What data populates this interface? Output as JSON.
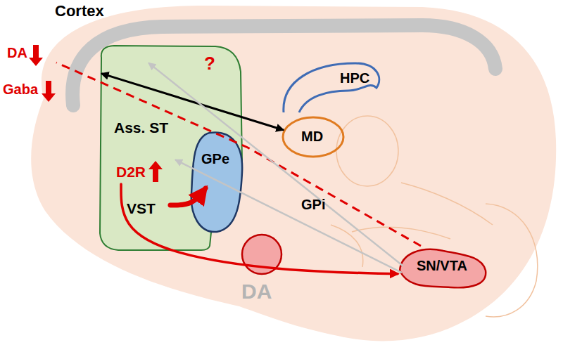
{
  "diagram": {
    "nodes": [
      {
        "text": [
          "Ass. ST",
          "D2R",
          "VST"
        ]
      },
      {
        "text": [
          "GPe"
        ],
        "in": 0
      },
      {
        "text": [
          "HPC"
        ]
      },
      {
        "text": [
          "MD"
        ]
      },
      {
        "text": [
          "SN/VTA"
        ]
      }
    ],
    "edges": [
      {
        "from": 0,
        "to": 3,
        "arrow": "both"
      },
      {
        "from": 0,
        "to": 4,
        "arrow": "to"
      },
      {
        "from": 0,
        "to": 1,
        "arrow": "to"
      },
      {
        "from": 4,
        "to": 0,
        "arrow": "to"
      },
      {
        "from": 4,
        "to": 0,
        "arrow": "to"
      }
    ],
    "labels": [
      "Cortex",
      "?",
      "DA",
      "Gaba",
      "GPi",
      "DA"
    ]
  }
}
